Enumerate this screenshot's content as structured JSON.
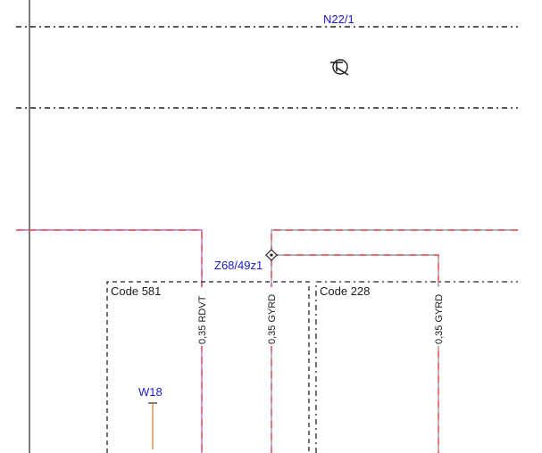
{
  "connectors": {
    "n22": "N22/1",
    "z68": "Z68/49z1",
    "w18": "W18"
  },
  "codes": {
    "left": "Code 581",
    "right": "Code 228"
  },
  "wires": {
    "rdvt": "0,35 RDVT",
    "gyrd_left": "0,35 GYRD",
    "gyrd_right": "0,35 GYRD"
  },
  "icons": {
    "ground": "ground-symbol-icon",
    "splice": "splice-diamond-icon"
  },
  "colors": {
    "label_blue": "#1a1acc",
    "wire_red": "#e8504f",
    "wire_violet": "#c06ad8",
    "wire_grey": "#9a9aa8",
    "ground_orange": "#d98a3a"
  }
}
